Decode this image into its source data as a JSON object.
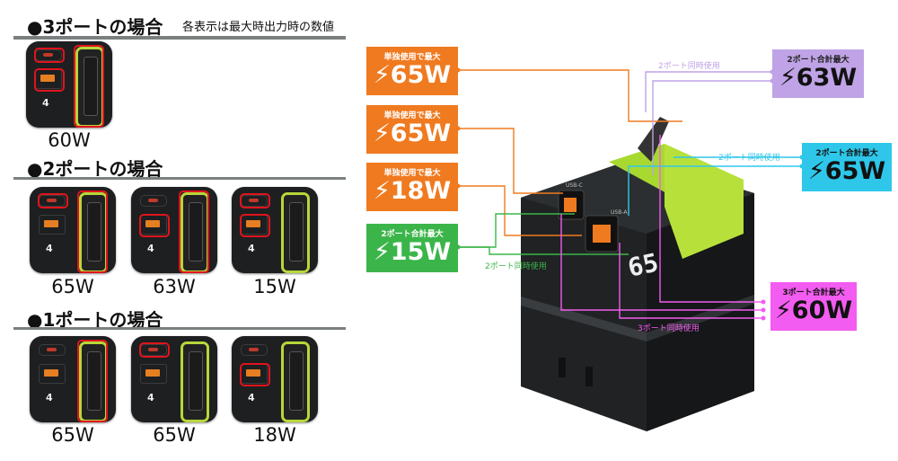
{
  "left": {
    "section3": {
      "title": "●3ポートの場合",
      "note": "各表示は最大時出力時の数値",
      "watts": [
        "60W"
      ]
    },
    "section2": {
      "title": "●2ポートの場合",
      "watts": [
        "65W",
        "63W",
        "15W"
      ]
    },
    "section1": {
      "title": "●1ポートの場合",
      "watts": [
        "65W",
        "65W",
        "18W"
      ]
    },
    "thumb_label": "4",
    "colors": {
      "highlight": "#e0141c",
      "cable": "#b7d63a",
      "divider": "#7b7f80"
    }
  },
  "right": {
    "badges": {
      "b1": {
        "title": "単独使用で最大",
        "value": "65W",
        "icon": "bolt-icon"
      },
      "b2": {
        "title": "単独使用で最大",
        "value": "65W",
        "icon": "bolt-icon"
      },
      "b3": {
        "title": "単独使用で最大",
        "value": "18W",
        "icon": "bolt-icon"
      },
      "b4": {
        "title": "2ポート合計最大",
        "value": "15W",
        "icon": "bolt-icon"
      },
      "r1": {
        "title": "2ポート合計最大",
        "value": "63W",
        "icon": "bolt-icon"
      },
      "r2": {
        "title": "2ポート合計最大",
        "value": "65W",
        "icon": "bolt-icon"
      },
      "r3": {
        "title": "3ポート合計最大",
        "value": "60W",
        "icon": "bolt-icon"
      }
    },
    "flows": {
      "lav": "2ポート同時使用",
      "cyan": "2ポート同時使用",
      "green": "2ポート同時使用",
      "pink": "3ポート同時使用"
    },
    "device": {
      "display": "65",
      "usb_c_label": "USB-C",
      "usb_a_label": "USB-A"
    },
    "colors": {
      "orange": "#f07a1f",
      "green": "#3bb54a",
      "lavender": "#bfa3e6",
      "cyan": "#2ec7ea",
      "pink": "#f35cf0"
    }
  }
}
